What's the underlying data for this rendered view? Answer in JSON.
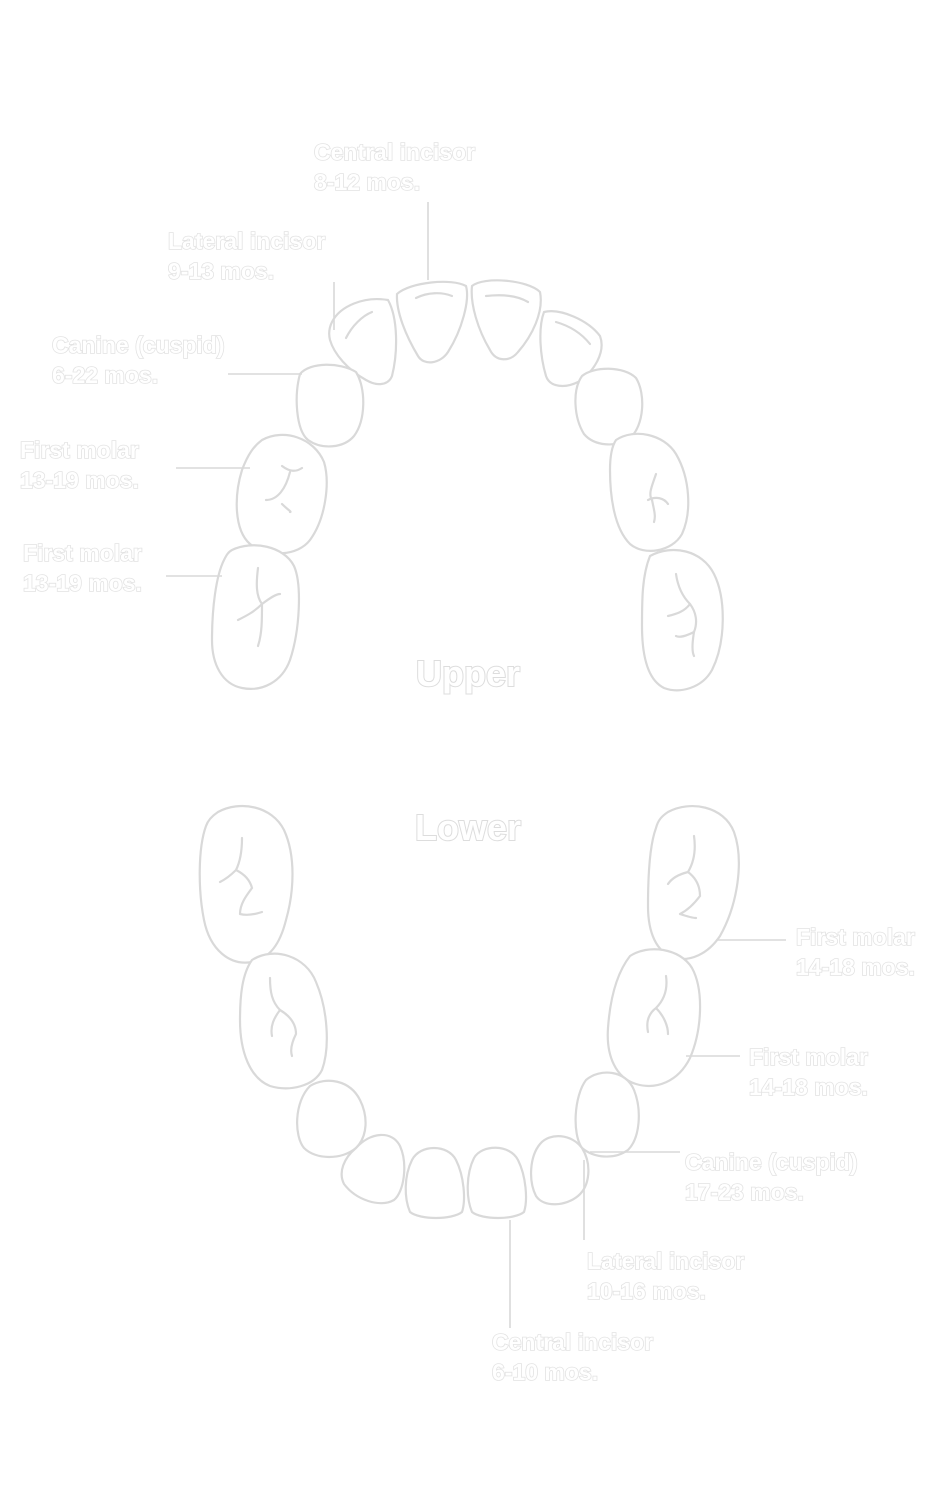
{
  "upper": {
    "title": "Upper",
    "labels": [
      {
        "name": "Central incisor",
        "age": "8-12 mos."
      },
      {
        "name": "Lateral incisor",
        "age": "9-13 mos."
      },
      {
        "name": "Canine (cuspid)",
        "age": "6-22 mos."
      },
      {
        "name": "First molar",
        "age": "13-19 mos."
      },
      {
        "name": "First molar",
        "age": "13-19 mos."
      }
    ]
  },
  "lower": {
    "title": "Lower",
    "labels": [
      {
        "name": "First molar",
        "age": "14-18 mos."
      },
      {
        "name": "First molar",
        "age": "14-18 mos."
      },
      {
        "name": "Canine (cuspid)",
        "age": "17-23 mos."
      },
      {
        "name": "Lateral incisor",
        "age": "10-16 mos."
      },
      {
        "name": "Central incisor",
        "age": "6-10 mos."
      }
    ]
  },
  "colors": {
    "outline": "#d9d9d9",
    "text_fill": "#ffffff",
    "background": "#ffffff"
  }
}
